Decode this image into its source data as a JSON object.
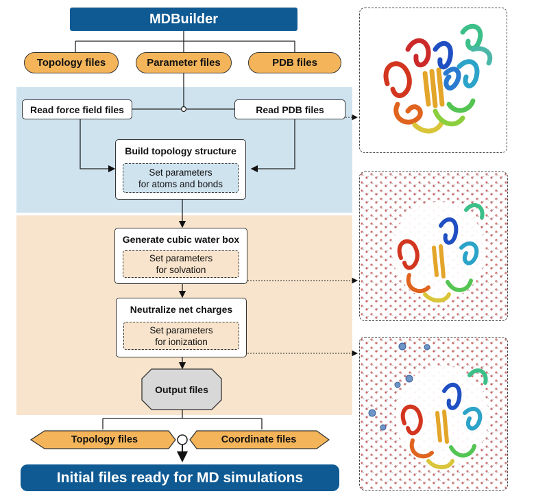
{
  "title": "MDBuilder",
  "inputs": [
    "Topology files",
    "Parameter files",
    "PDB files"
  ],
  "read_ff": "Read force field files",
  "read_pdb": "Read PDB files",
  "build_topology": {
    "title": "Build topology structure",
    "sub_line1": "Set parameters",
    "sub_line2": "for atoms and bonds"
  },
  "water_box": {
    "title": "Generate cubic water box",
    "sub_line1": "Set parameters",
    "sub_line2": "for solvation"
  },
  "neutralize": {
    "title": "Neutralize net charges",
    "sub_line1": "Set parameters",
    "sub_line2": "for ionization"
  },
  "output": "Output files",
  "outputs": [
    "Topology files",
    "Coordinate files"
  ],
  "final": "Initial files ready for MD simulations",
  "colors": {
    "navy": "#0f5a93",
    "orange": "#f4b55a",
    "blue_panel": "#cfe3ef",
    "tan_panel": "#f8e4cc"
  }
}
